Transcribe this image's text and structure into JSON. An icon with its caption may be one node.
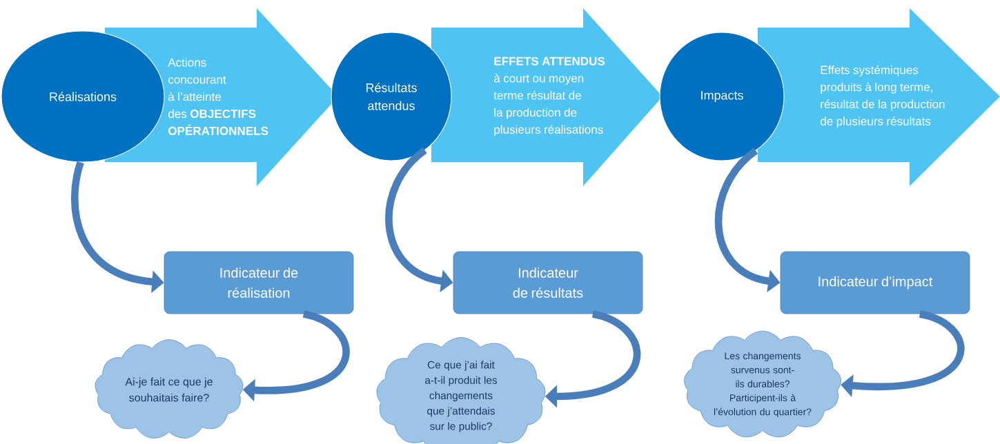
{
  "diagram": {
    "nodes": [
      {
        "text": [
          "Réalisations"
        ]
      },
      {
        "text": [
          "Actions concourant à l’atteinte des **OBJECTIFS OPÉRATIONNELS**"
        ]
      },
      {
        "text": [
          "Résultats attendus"
        ]
      },
      {
        "text": [
          "**EFFETS ATTENDUS** à court ou moyen terme résultat de la production de plusieurs réalisations"
        ]
      },
      {
        "text": [
          "Impacts"
        ]
      },
      {
        "text": [
          "Effets systémiques produits à long terme, résultat de la production de plusieurs résultats"
        ]
      },
      {
        "text": [
          "Indicateur de réalisation"
        ]
      },
      {
        "text": [
          "Indicateur de résultats"
        ]
      },
      {
        "text": [
          "Indicateur d’impact"
        ]
      },
      {
        "text": [
          "Ai-je fait ce que je souhaitais faire?"
        ]
      },
      {
        "text": [
          "Ce que j’ai fait a-t-il produit les changements que j’attendais sur le public?"
        ]
      },
      {
        "text": [
          "Les changements survenus sont-ils durables? Participent-ils à l’évolution du quartier?"
        ]
      }
    ],
    "edges": [
      {
        "from": 0,
        "to": 6,
        "arrow": "to"
      },
      {
        "from": 2,
        "to": 7,
        "arrow": "to"
      },
      {
        "from": 4,
        "to": 8,
        "arrow": "to"
      },
      {
        "from": 6,
        "to": 9,
        "arrow": "to"
      },
      {
        "from": 7,
        "to": 10,
        "arrow": "to"
      },
      {
        "from": 8,
        "to": 11,
        "arrow": "to"
      }
    ]
  }
}
